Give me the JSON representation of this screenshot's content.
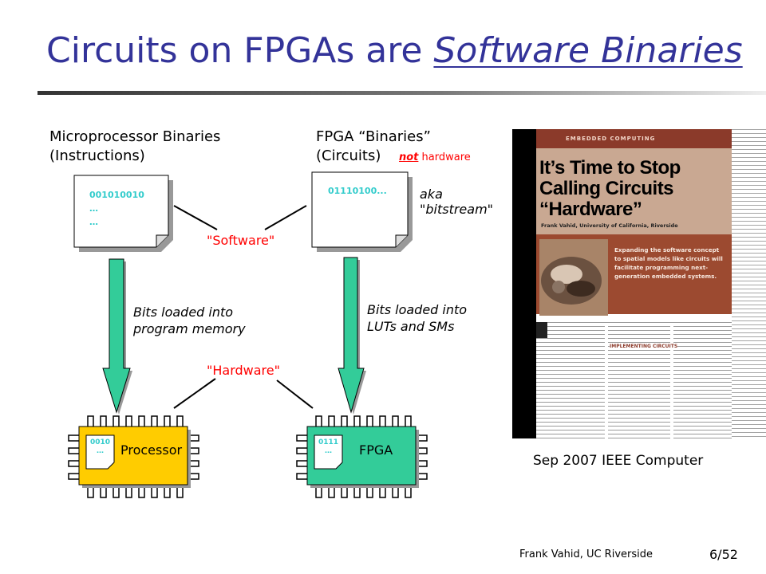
{
  "slide": {
    "title_prefix": "Circuits on FPGAs are ",
    "title_highlight": "Software Binaries"
  },
  "left": {
    "heading_line1": "Microprocessor Binaries",
    "heading_line2": "(Instructions)",
    "doc_lines": [
      "001010010",
      "…",
      "…"
    ],
    "arrow_label_line1": "Bits loaded into",
    "arrow_label_line2": "program memory",
    "chip_code_lines": [
      "0010",
      "…"
    ],
    "chip_label": "Processor"
  },
  "right": {
    "heading_line1": "FPGA “Binaries”",
    "heading_line2": "(Circuits)",
    "note_strong": "not",
    "note_rest": " hardware",
    "doc_lines": [
      "01110100..."
    ],
    "aka_line1": "aka",
    "aka_line2": "\"bitstream\"",
    "arrow_label_line1": "Bits loaded into",
    "arrow_label_line2": "LUTs and SMs",
    "chip_code_lines": [
      "0111",
      "…"
    ],
    "chip_label": "FPGA"
  },
  "labels": {
    "software": "\"Software\"",
    "hardware": "\"Hardware\""
  },
  "article": {
    "header": "EMBEDDED COMPUTING",
    "headline_line1": "It’s Time to Stop",
    "headline_line2": "Calling Circuits",
    "headline_line3": "“Hardware”",
    "byline": "Frank Vahid, University of California, Riverside",
    "callout_line1": "Expanding the software concept",
    "callout_line2": "to spatial models like circuits will",
    "callout_line3": "facilitate programming next-",
    "callout_line4": "generation embedded systems.",
    "section_heading": "IMPLEMENTING CIRCUITS"
  },
  "caption": "Sep 2007 IEEE Computer",
  "footer": {
    "author": "Frank Vahid, UC Riverside",
    "page": "6/52"
  },
  "colors": {
    "title": "#333399",
    "red": "#ff0000",
    "cyan_text": "#33cccc",
    "arrow_fill": "#33cc99",
    "processor_chip": "#ffcc00",
    "fpga_chip": "#33cc99",
    "article_brown": "#8b3a2a"
  }
}
